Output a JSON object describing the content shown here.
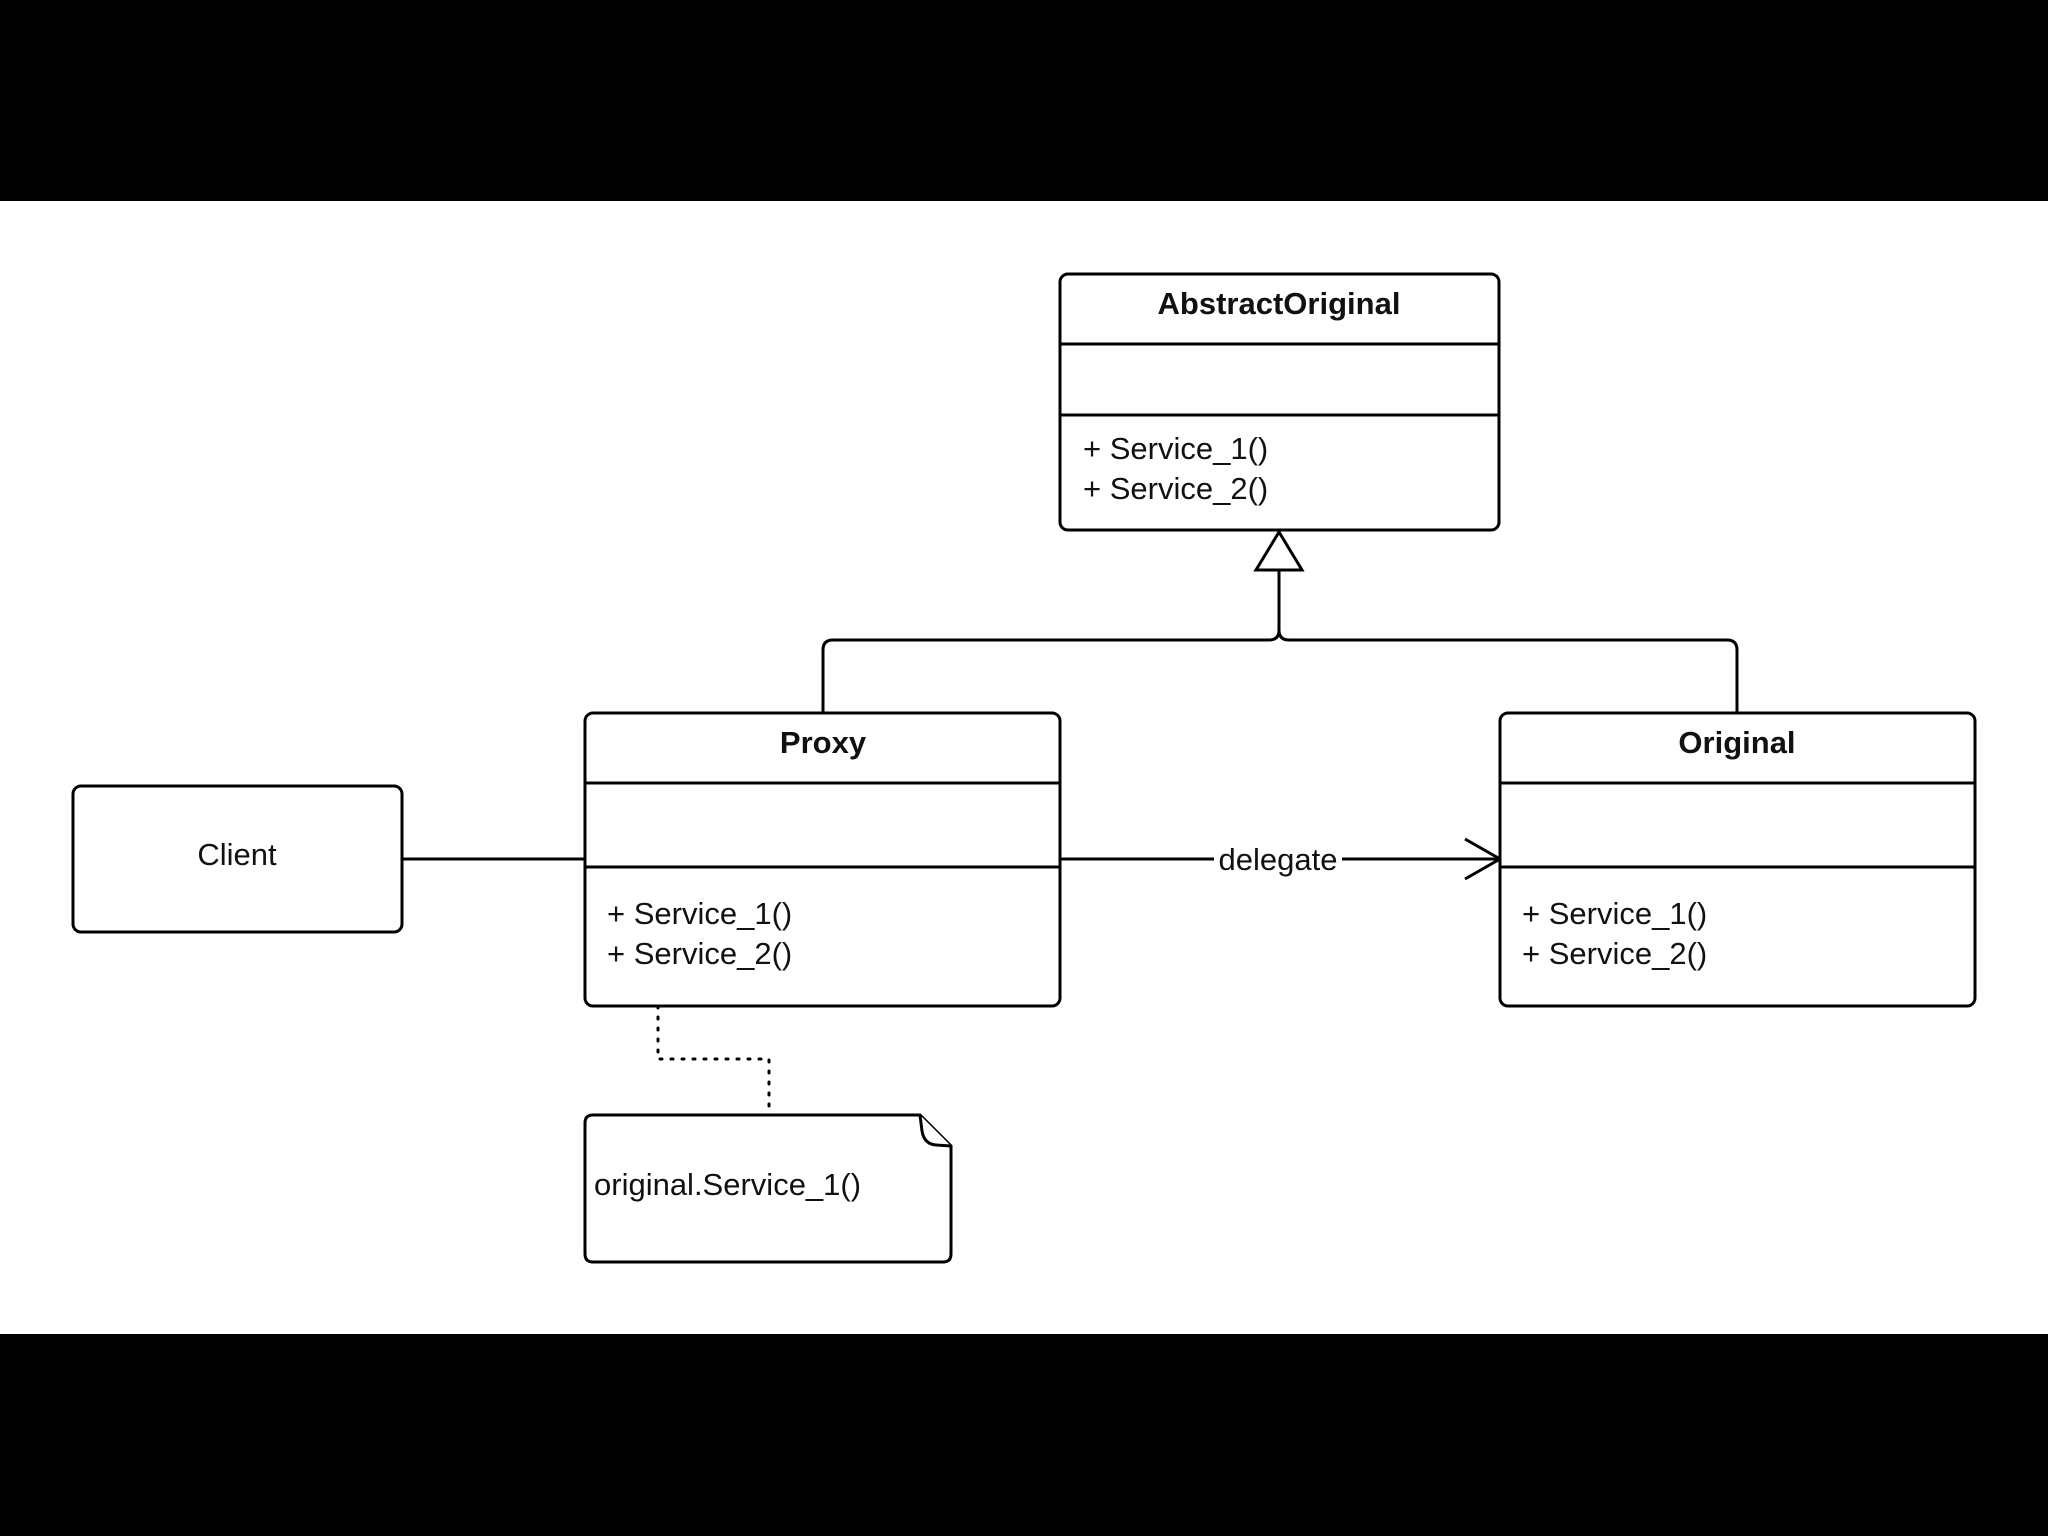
{
  "diagram": {
    "colors": {
      "background": "#000000",
      "canvas": "#ffffff",
      "stroke": "#000000",
      "text": "#111111"
    },
    "classes": {
      "abstract_original": {
        "name": "AbstractOriginal",
        "attributes": [],
        "operations": [
          "+ Service_1()",
          "+ Service_2()"
        ]
      },
      "proxy": {
        "name": "Proxy",
        "attributes": [],
        "operations": [
          "+ Service_1()",
          "+ Service_2()"
        ]
      },
      "original": {
        "name": "Original",
        "attributes": [],
        "operations": [
          "+ Service_1()",
          "+ Service_2()"
        ]
      }
    },
    "client": {
      "label": "Client"
    },
    "note": {
      "text": "original.Service_1()"
    },
    "relations": {
      "generalization": {
        "type": "generalization",
        "from": [
          "Proxy",
          "Original"
        ],
        "to": "AbstractOriginal"
      },
      "delegate": {
        "type": "directed-association",
        "label": "delegate",
        "from": "Proxy",
        "to": "Original"
      },
      "client_proxy": {
        "type": "association",
        "from": "Client",
        "to": "Proxy"
      },
      "note_link": {
        "type": "note-anchor",
        "from": "note",
        "to": "Proxy"
      }
    }
  }
}
